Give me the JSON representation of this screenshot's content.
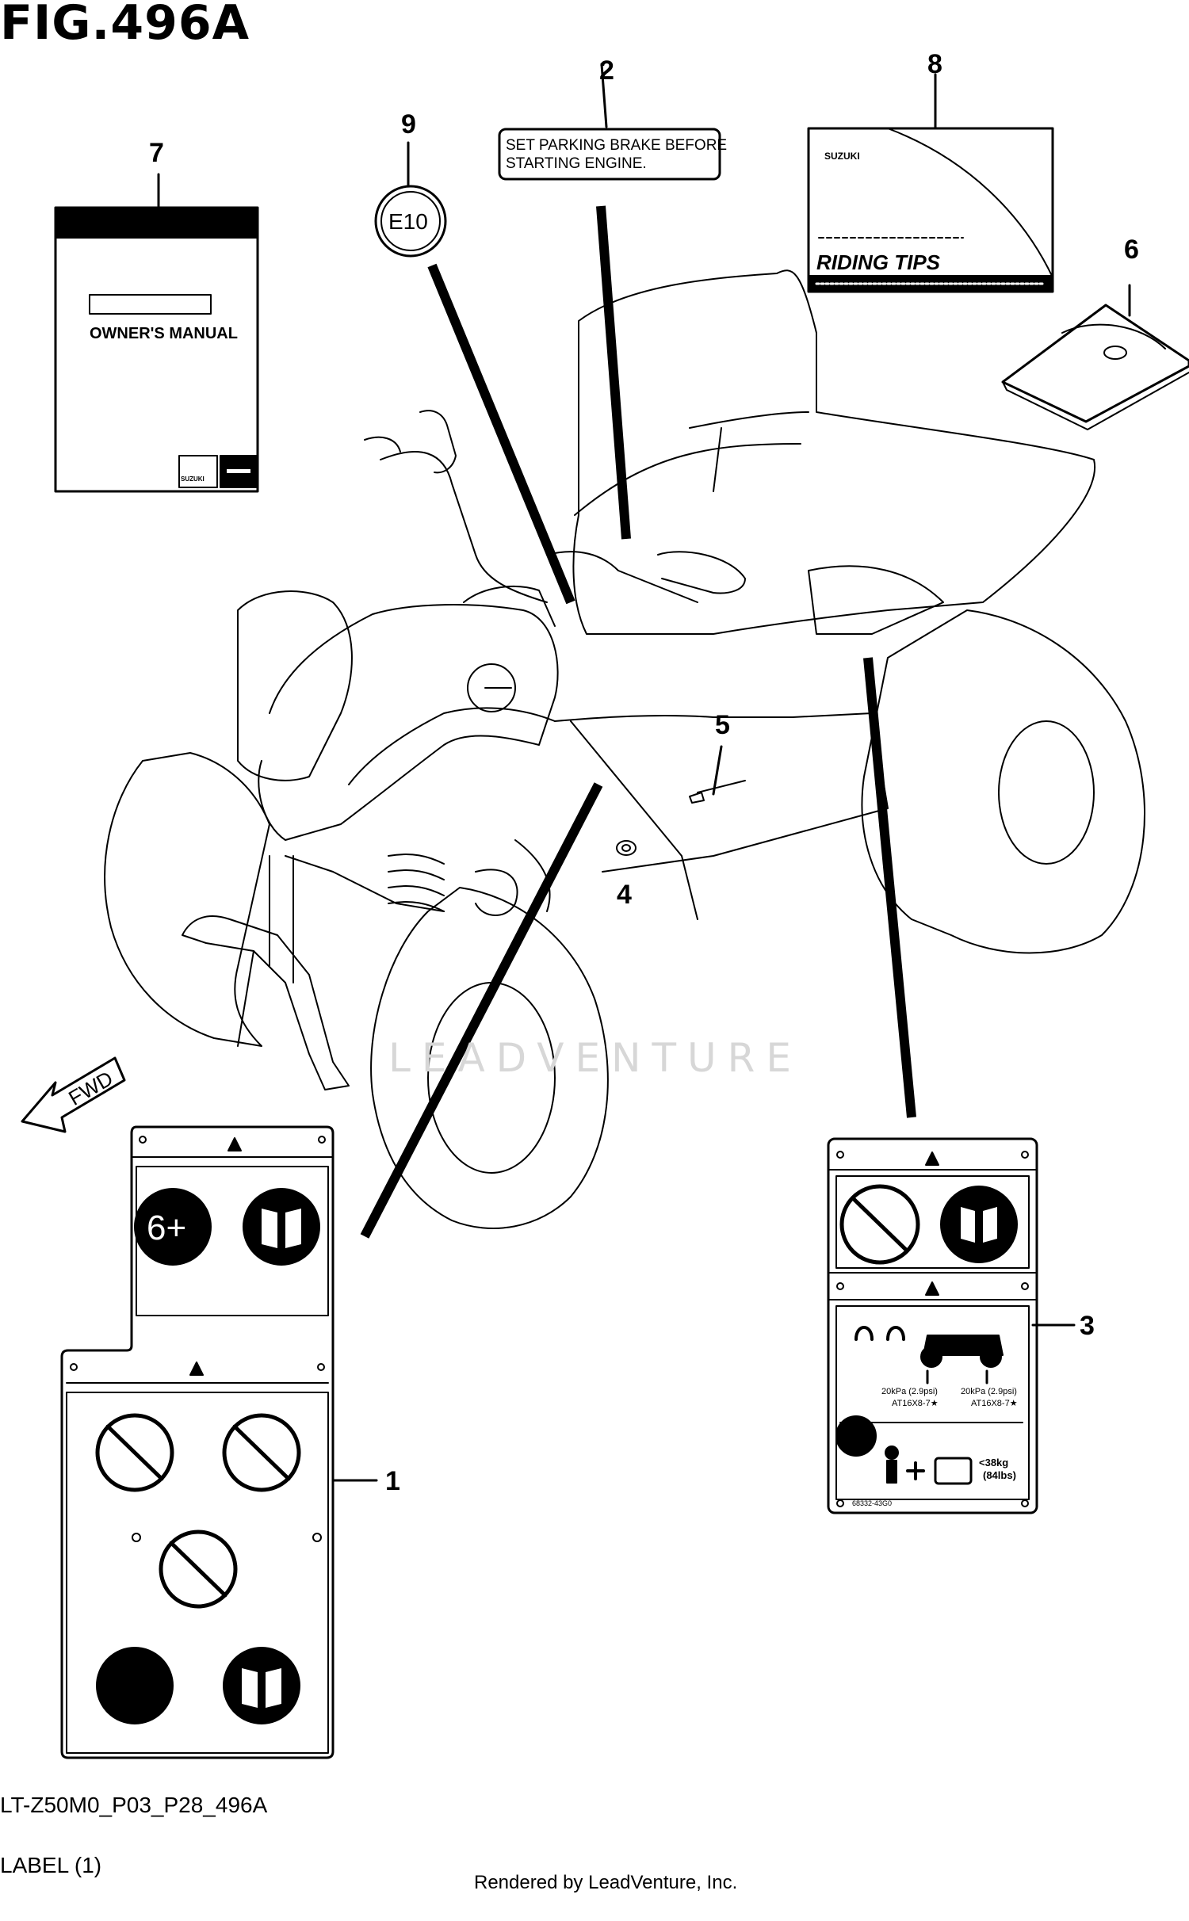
{
  "figure": {
    "title": "FIG.496A",
    "code": "LT-Z50M0_P03_P28_496A",
    "caption": "LABEL (1)",
    "credit": "Rendered by LeadVenture, Inc.",
    "watermark": "LEADVENTURE"
  },
  "callouts": [
    "1",
    "2",
    "3",
    "4",
    "5",
    "6",
    "7",
    "8",
    "9"
  ],
  "parts": {
    "owners_manual": {
      "title": "OWNER'S MANUAL",
      "brand": "SUZUKI"
    },
    "brake_label": {
      "line1": "SET PARKING BRAKE BEFORE",
      "line2": "STARTING ENGINE."
    },
    "riding_tips": {
      "title": "RIDING TIPS",
      "brand": "SUZUKI"
    },
    "e10_label": {
      "text": "E10"
    },
    "fwd_arrow": {
      "text": "FWD"
    },
    "warning_label_1": {
      "age": "6+"
    },
    "warning_label_3": {
      "pressure_left": "20kPa (2.9psi)",
      "tire_left": "AT16X8-7★",
      "pressure_right": "20kPa (2.9psi)",
      "tire_right": "AT16X8-7★",
      "load_kg": "<38kg",
      "load_lbs": "(84lbs)",
      "part_no": "68332-43G0"
    }
  },
  "colors": {
    "ink": "#000000",
    "paper": "#ffffff",
    "watermark": "#d7d7d7"
  }
}
